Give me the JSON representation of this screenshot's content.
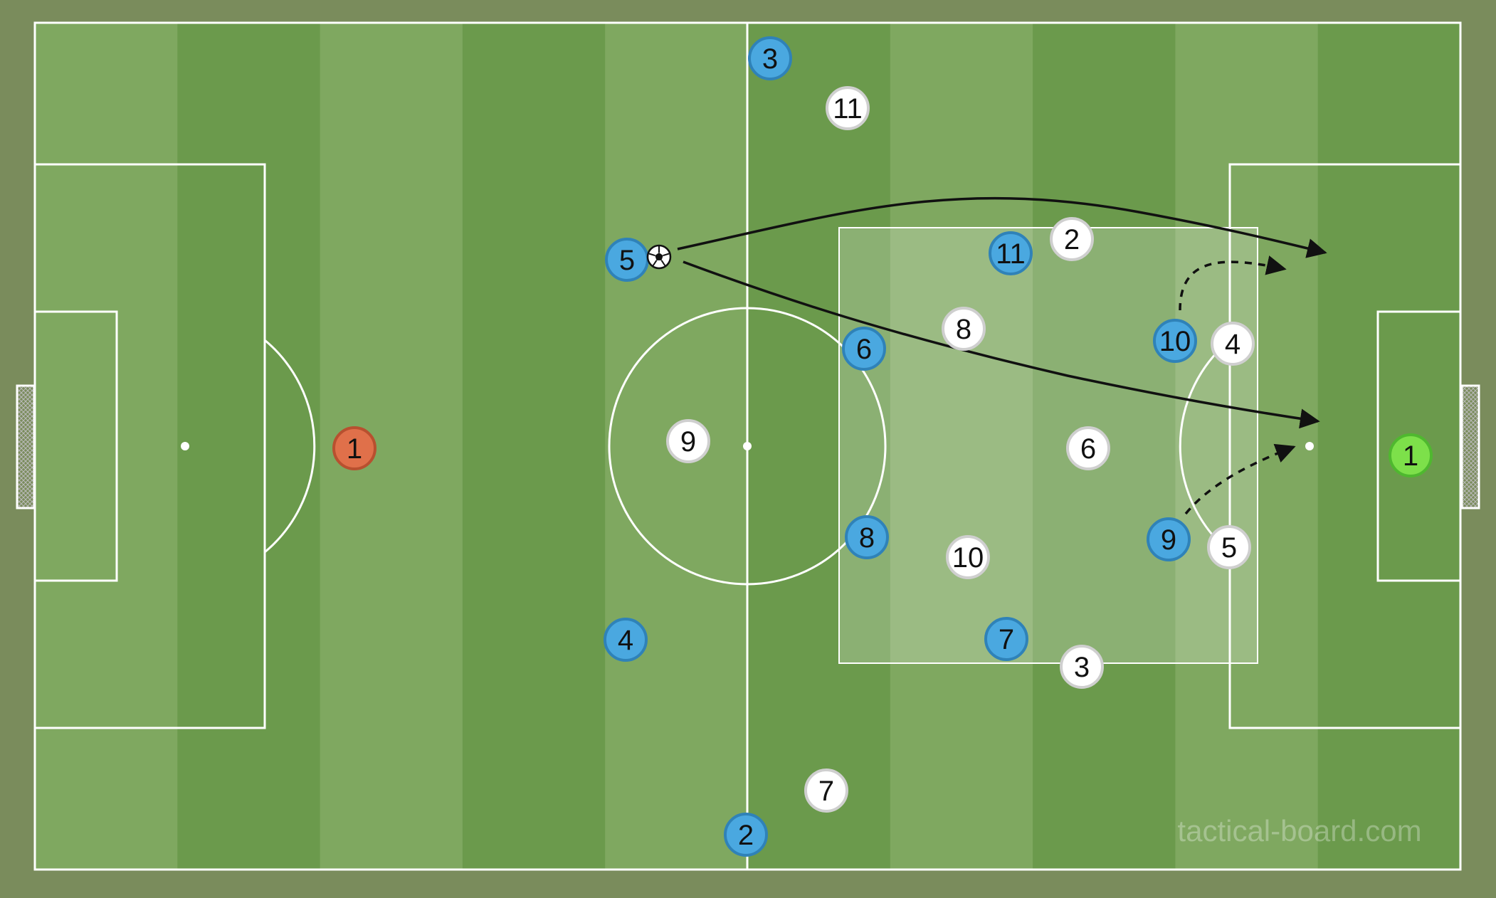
{
  "watermark": "tactical-board.com",
  "colors": {
    "background": "#7a8c5c",
    "stripe_light": "#7fa860",
    "stripe_dark": "#6b9a4c",
    "lines": "#ffffff",
    "highlight_zone": "rgba(255,255,255,0.22)",
    "blue_team": "#4aa8e0",
    "blue_team_border": "#2f82b8",
    "white_team": "#ffffff",
    "white_team_border": "#cfcfcf",
    "keeper_orange": "#e0704a",
    "keeper_orange_border": "#b8502f",
    "keeper_green": "#7de04a",
    "keeper_green_border": "#4fb82f",
    "arrow": "#111111"
  },
  "players": {
    "keeper_left": {
      "label": "1",
      "team": "orange"
    },
    "keeper_right": {
      "label": "1",
      "team": "green"
    },
    "blue": [
      {
        "label": "3"
      },
      {
        "label": "5"
      },
      {
        "label": "11"
      },
      {
        "label": "6"
      },
      {
        "label": "10"
      },
      {
        "label": "8"
      },
      {
        "label": "9"
      },
      {
        "label": "4"
      },
      {
        "label": "7"
      },
      {
        "label": "2"
      }
    ],
    "white": [
      {
        "label": "11"
      },
      {
        "label": "2"
      },
      {
        "label": "8"
      },
      {
        "label": "4"
      },
      {
        "label": "9"
      },
      {
        "label": "6"
      },
      {
        "label": "5"
      },
      {
        "label": "10"
      },
      {
        "label": "3"
      },
      {
        "label": "7"
      }
    ]
  },
  "ball": {
    "icon": "soccer-ball-icon"
  },
  "movements": [
    {
      "type": "pass",
      "style": "solid"
    },
    {
      "type": "pass",
      "style": "solid"
    },
    {
      "type": "run",
      "style": "dashed"
    },
    {
      "type": "run",
      "style": "dashed"
    }
  ]
}
